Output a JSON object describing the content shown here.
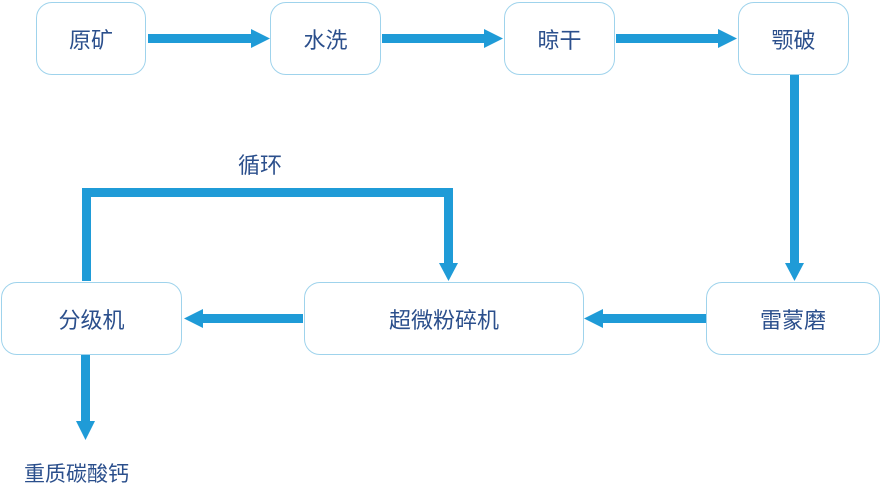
{
  "diagram": {
    "title": "重质碳酸钙生产工艺流程",
    "colors": {
      "arrow": "#1f9bd7",
      "text": "#2b4f8c",
      "node_border": "#9fd3ec"
    },
    "nodes": [
      {
        "id": "ore",
        "label": "原矿"
      },
      {
        "id": "wash",
        "label": "水洗"
      },
      {
        "id": "dry",
        "label": "晾干"
      },
      {
        "id": "jaw",
        "label": "颚破"
      },
      {
        "id": "raymond",
        "label": "雷蒙磨"
      },
      {
        "id": "ultrafine",
        "label": "超微粉碎机"
      },
      {
        "id": "classifier",
        "label": "分级机"
      }
    ],
    "edges": [
      {
        "from": "ore",
        "to": "wash"
      },
      {
        "from": "wash",
        "to": "dry"
      },
      {
        "from": "dry",
        "to": "jaw"
      },
      {
        "from": "jaw",
        "to": "raymond"
      },
      {
        "from": "raymond",
        "to": "ultrafine"
      },
      {
        "from": "ultrafine",
        "to": "classifier"
      },
      {
        "from": "classifier",
        "to": "ultrafine",
        "label": "循环"
      },
      {
        "from": "classifier",
        "to": "product"
      }
    ],
    "loop_label": "循环",
    "product_label": "重质碳酸钙"
  }
}
